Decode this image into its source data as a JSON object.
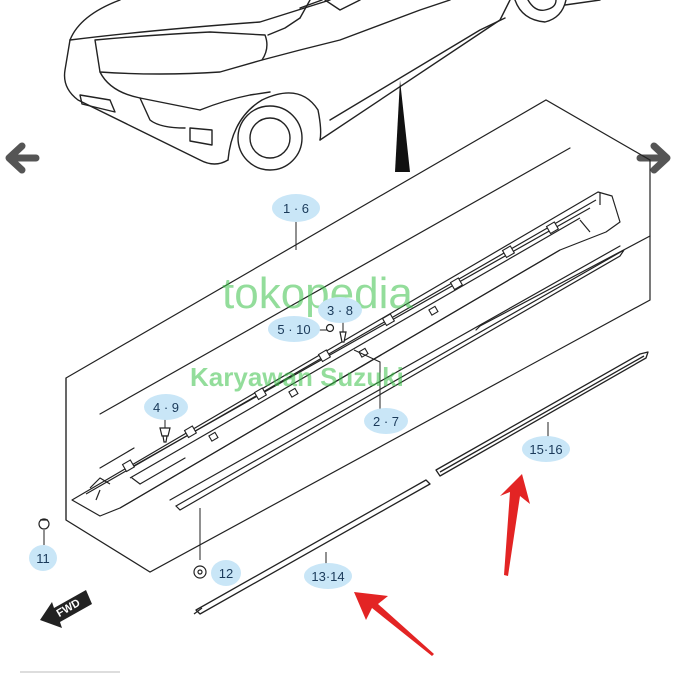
{
  "watermark": {
    "brand": "tokopedia",
    "subtitle": "Karyawan Suzuki"
  },
  "callouts": {
    "c1_6": "1 · 6",
    "c3_8": "3 · 8",
    "c5_10": "5 · 10",
    "c4_9": "4 · 9",
    "c2_7": "2 · 7",
    "c15_16": "15·16",
    "c11": "11",
    "c12": "12",
    "c13_14": "13·14"
  },
  "fwd_label": "FWD",
  "colors": {
    "callout_bubble": "#c9e6f7",
    "callout_text": "#1a3a5a",
    "arrow_red": "#e32424",
    "watermark_green": "#3cc34a",
    "nav_arrow": "#555555",
    "line": "#222222"
  },
  "icons": {
    "nav_prev": "chevron-left-icon",
    "nav_next": "chevron-right-icon",
    "fwd": "fwd-arrow-icon"
  }
}
